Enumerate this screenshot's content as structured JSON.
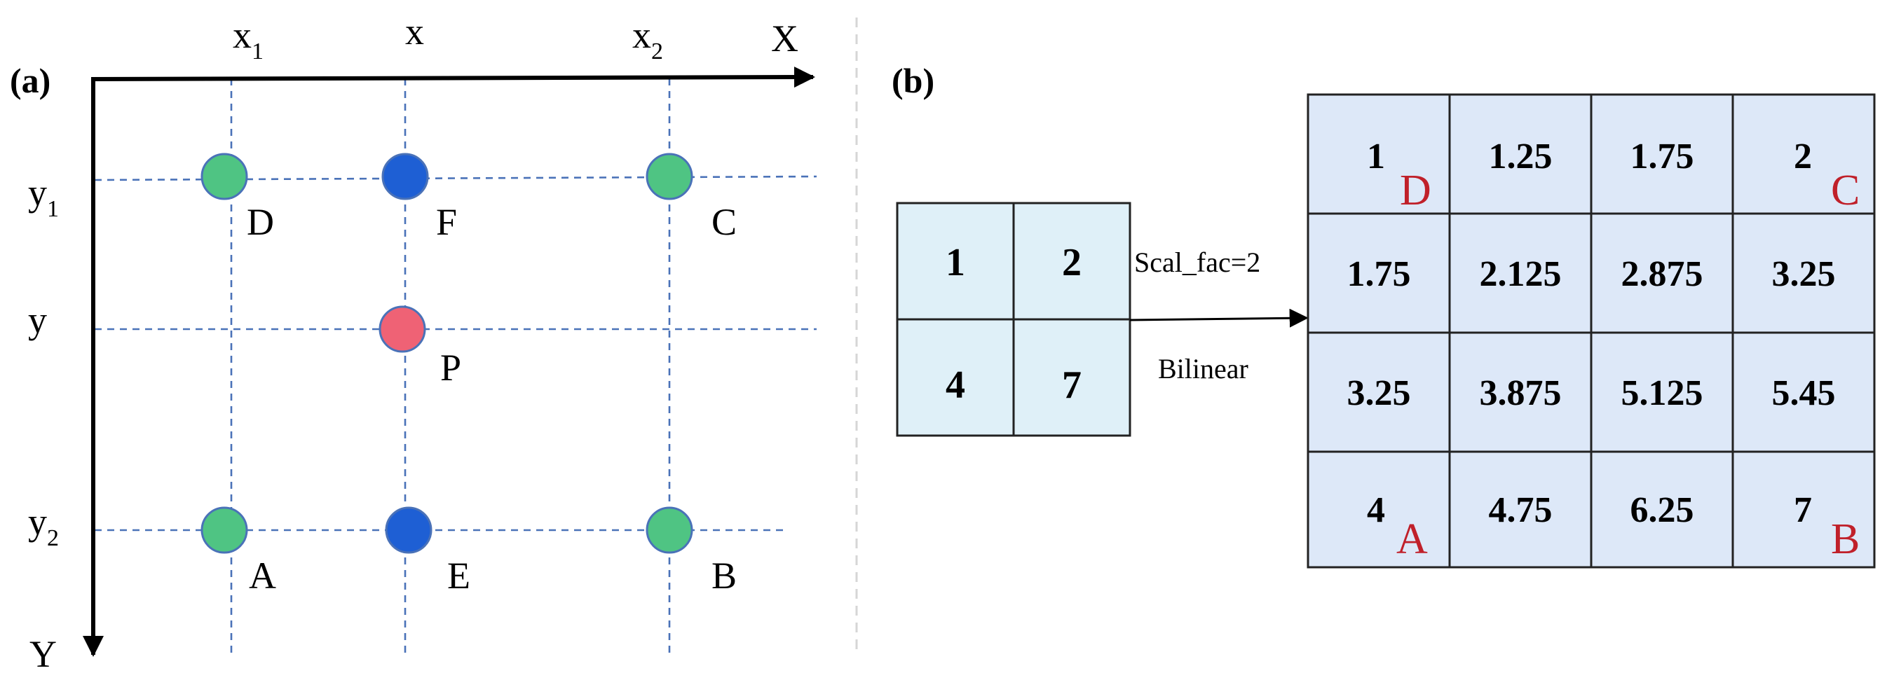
{
  "panel_a": {
    "label": "(a)",
    "x_axis_label": "X",
    "y_axis_label": "Y",
    "x_ticks": [
      {
        "main": "x",
        "sub": "1"
      },
      {
        "main": "x",
        "sub": ""
      },
      {
        "main": "x",
        "sub": "2"
      }
    ],
    "y_ticks": [
      {
        "main": "y",
        "sub": "1"
      },
      {
        "main": "y",
        "sub": ""
      },
      {
        "main": "y",
        "sub": "2"
      }
    ],
    "points": [
      {
        "label": "D",
        "color": "#4fc483"
      },
      {
        "label": "F",
        "color": "#1e5fd4"
      },
      {
        "label": "C",
        "color": "#4fc483"
      },
      {
        "label": "P",
        "color": "#ef6275"
      },
      {
        "label": "A",
        "color": "#4fc483"
      },
      {
        "label": "E",
        "color": "#1e5fd4"
      },
      {
        "label": "B",
        "color": "#4fc483"
      }
    ]
  },
  "panel_b": {
    "label": "(b)",
    "input_grid": [
      [
        "1",
        "2"
      ],
      [
        "4",
        "7"
      ]
    ],
    "arrow_label_top": "Scal_fac=2",
    "arrow_label_bottom": "Bilinear",
    "output_grid": [
      [
        "1",
        "1.25",
        "1.75",
        "2"
      ],
      [
        "1.75",
        "2.125",
        "2.875",
        "3.25"
      ],
      [
        "3.25",
        "3.875",
        "5.125",
        "5.45"
      ],
      [
        "4",
        "4.75",
        "6.25",
        "7"
      ]
    ],
    "corner_labels": {
      "top_left": "D",
      "top_right": "C",
      "bottom_left": "A",
      "bottom_right": "B"
    },
    "input_cell_color": "#dff0f8",
    "output_cell_color": "#dde8f8",
    "corner_label_color": "#c0202a"
  }
}
